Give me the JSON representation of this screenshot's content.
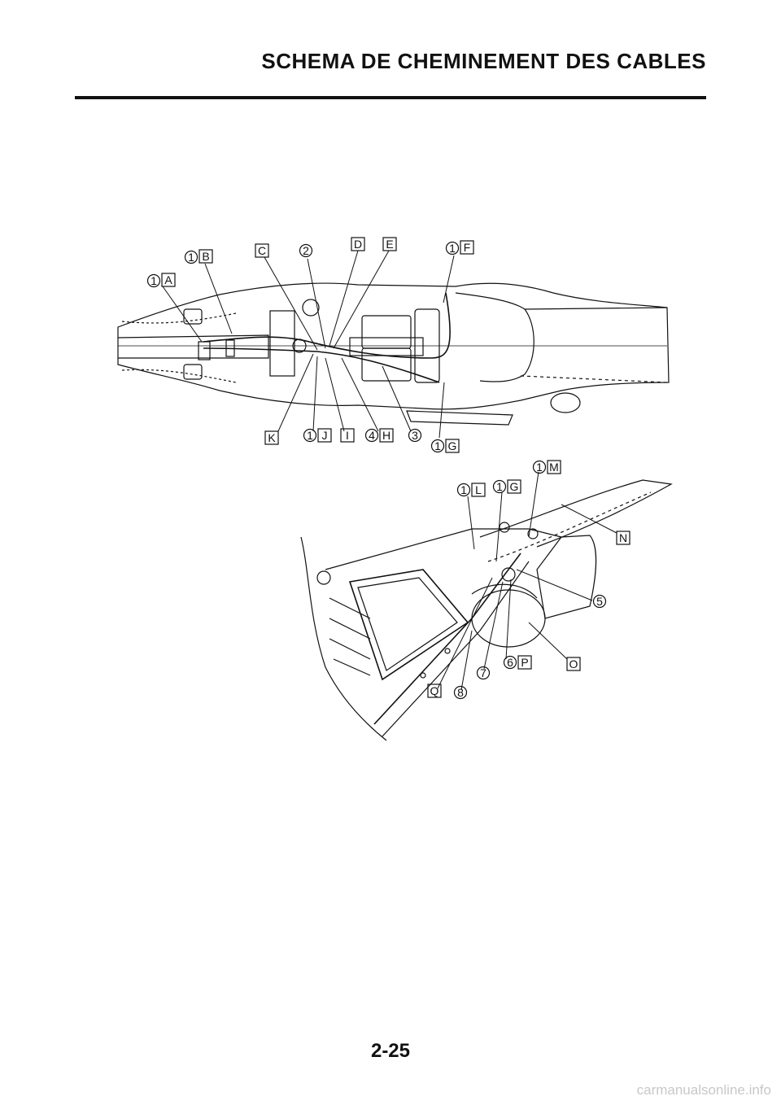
{
  "header": {
    "title": "SCHEMA DE CHEMINEMENT DES CABLES"
  },
  "footer": {
    "page_number": "2-25",
    "watermark": "carmanualsonline.info"
  },
  "top_view": {
    "callouts": [
      {
        "num": "1",
        "letter": "A"
      },
      {
        "num": "1",
        "letter": "B"
      },
      {
        "num": "",
        "letter": "C"
      },
      {
        "num": "2",
        "letter": ""
      },
      {
        "num": "",
        "letter": "D"
      },
      {
        "num": "",
        "letter": "E"
      },
      {
        "num": "1",
        "letter": "F"
      },
      {
        "num": "",
        "letter": "K"
      },
      {
        "num": "1",
        "letter": "J"
      },
      {
        "num": "",
        "letter": "I"
      },
      {
        "num": "4",
        "letter": "H"
      },
      {
        "num": "3",
        "letter": ""
      },
      {
        "num": "1",
        "letter": "G"
      }
    ]
  },
  "side_view": {
    "callouts": [
      {
        "num": "1",
        "letter": "M"
      },
      {
        "num": "1",
        "letter": "L"
      },
      {
        "num": "1",
        "letter": "G"
      },
      {
        "num": "",
        "letter": "N"
      },
      {
        "num": "5",
        "letter": ""
      },
      {
        "num": "6",
        "letter": "P"
      },
      {
        "num": "",
        "letter": "O"
      },
      {
        "num": "7",
        "letter": ""
      },
      {
        "num": "8",
        "letter": ""
      },
      {
        "num": "",
        "letter": "Q"
      }
    ]
  }
}
